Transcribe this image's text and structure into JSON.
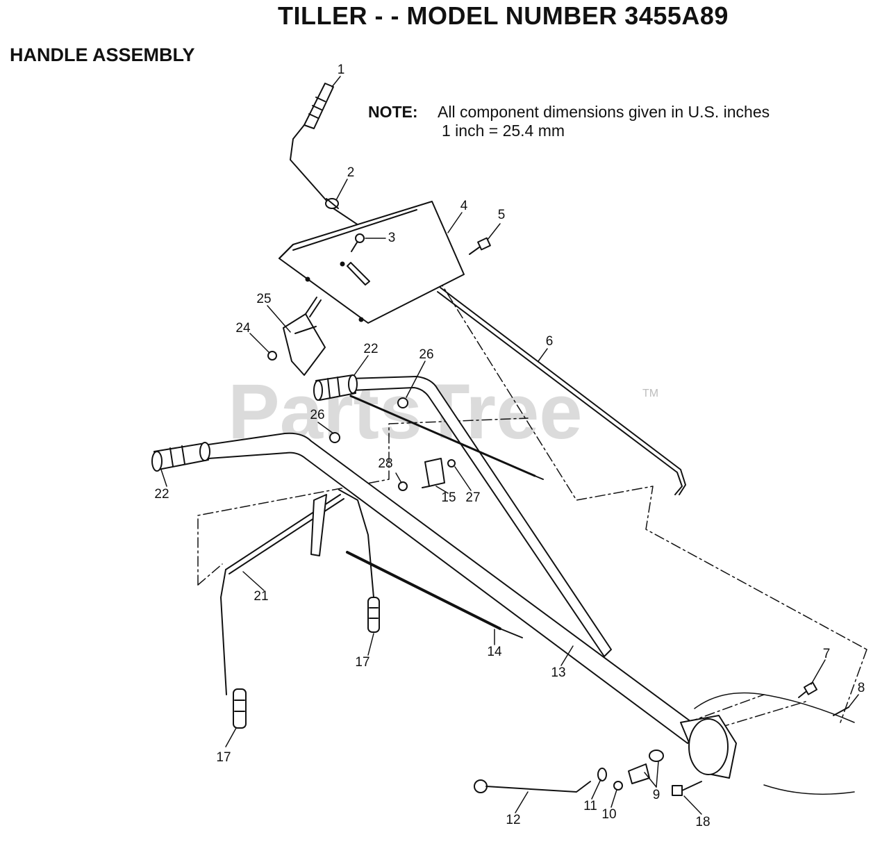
{
  "title": "TILLER - - MODEL NUMBER 3455A89",
  "subtitle": "HANDLE ASSEMBLY",
  "note": {
    "label": "NOTE:",
    "line1": "All component dimensions given in U.S. inches",
    "line2": "1 inch = 25.4 mm"
  },
  "watermark": {
    "text": "PartsTree",
    "tm": "TM"
  },
  "callouts": {
    "c1": "1",
    "c2": "2",
    "c3": "3",
    "c4": "4",
    "c5": "5",
    "c6": "6",
    "c7": "7",
    "c8": "8",
    "c9": "9",
    "c10": "10",
    "c11": "11",
    "c12": "12",
    "c13": "13",
    "c14": "14",
    "c15": "15",
    "c17a": "17",
    "c17b": "17",
    "c18": "18",
    "c21": "21",
    "c22a": "22",
    "c22b": "22",
    "c24": "24",
    "c25": "25",
    "c26a": "26",
    "c26b": "26",
    "c27": "27",
    "c28": "28"
  }
}
